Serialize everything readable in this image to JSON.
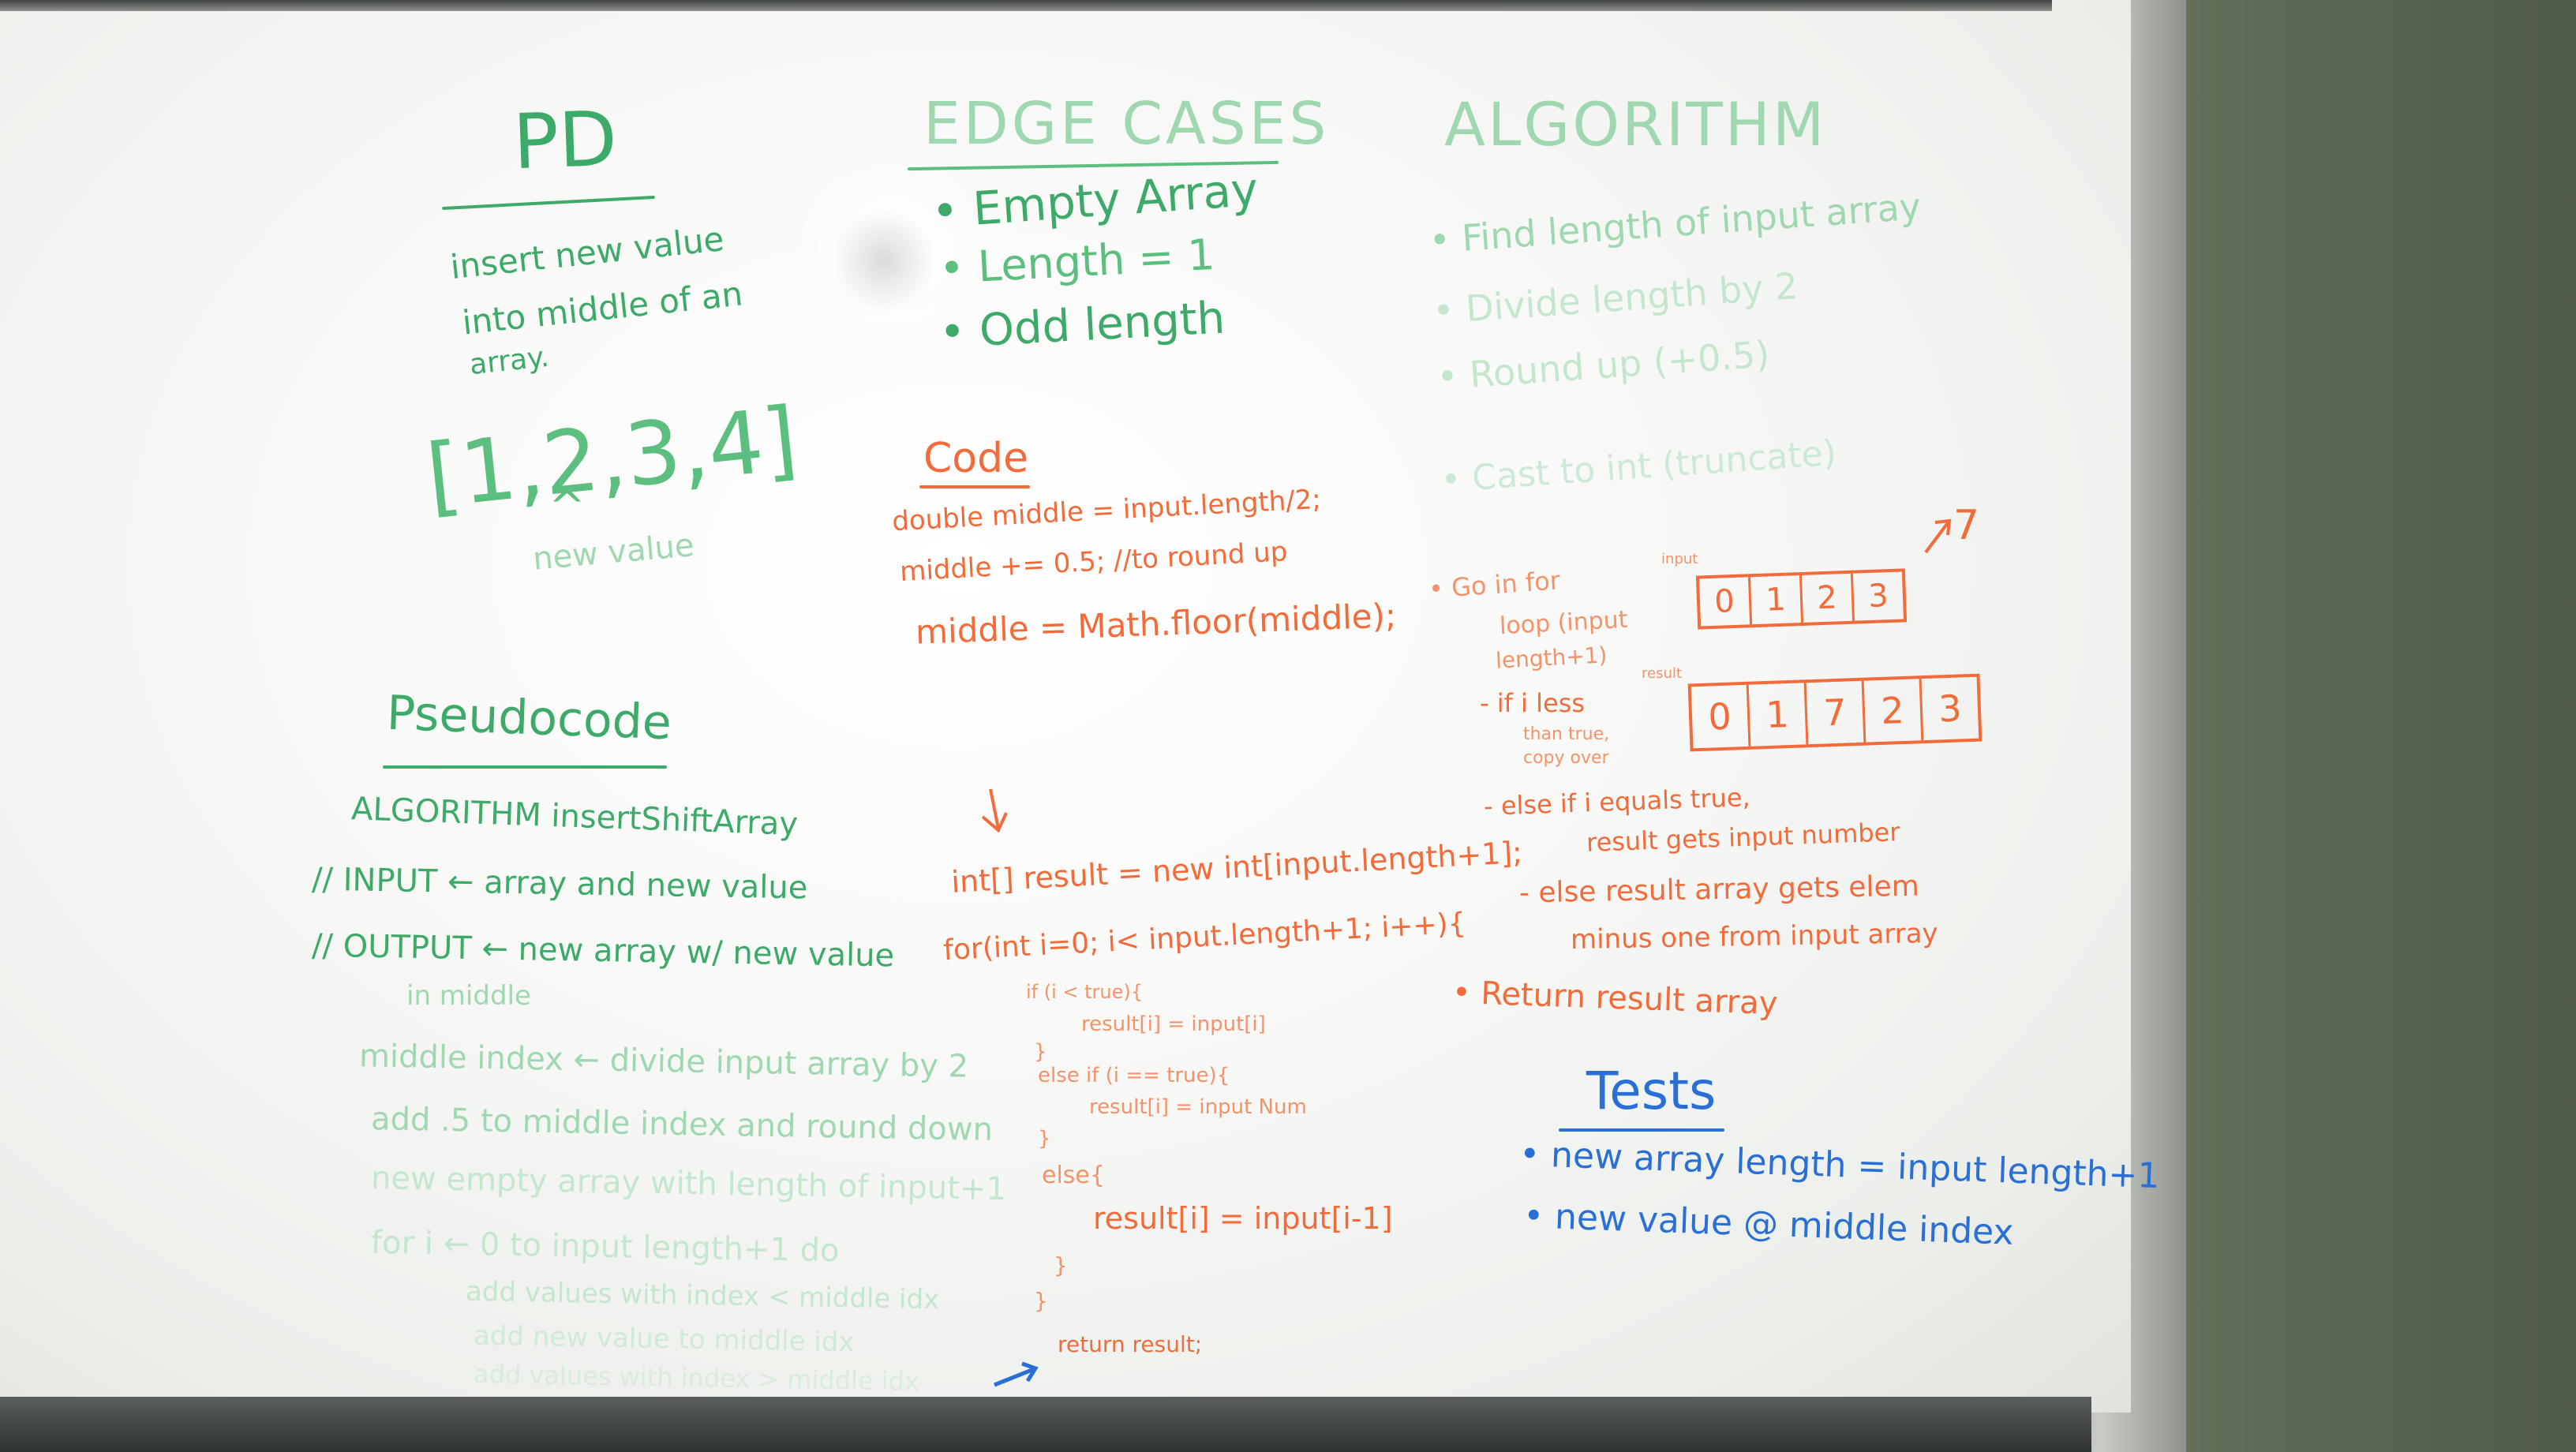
{
  "pd": {
    "title": "PD",
    "desc_lines": [
      "insert new value",
      "into middle of an",
      "array."
    ],
    "example": "[1,2,3,4]",
    "caret": "^",
    "caret_label": "new value"
  },
  "edge_cases": {
    "title": "EDGE CASES",
    "items": [
      "• Empty Array",
      "• Length = 1",
      "• Odd length"
    ]
  },
  "algorithm": {
    "title": "ALGORITHM",
    "steps": [
      "• Find length of input array",
      "• Divide length by 2",
      "• Round up (+0.5)",
      "• Cast to int (truncate)"
    ],
    "loop_lines": [
      "• Go in for",
      "loop (input",
      "length+1)"
    ],
    "if_lines": [
      "- if i less",
      "than true,",
      "copy over"
    ],
    "elseif_lines": [
      "- else if i equals true,",
      "result gets input number"
    ],
    "else_lines": [
      "- else result array gets elem",
      "minus one from input array"
    ],
    "return_line": "• Return result array",
    "array_before": [
      "0",
      "1",
      "2",
      "3"
    ],
    "array_after": [
      "0",
      "1",
      "7",
      "2",
      "3"
    ],
    "insert_value": "7",
    "before_label": "input",
    "after_label": "result"
  },
  "code": {
    "title": "Code",
    "lines": [
      "double middle = input.length/2;",
      "middle += 0.5; //to round up",
      "middle = Math.floor(middle);",
      "int[] result = new int[input.length+1];",
      "for(int i=0; i< input.length+1; i++){",
      "if (i < true){",
      "result[i] = input[i]",
      "}",
      "else if (i == true){",
      "result[i] = input Num",
      "}",
      "else{",
      "result[i] = input[i-1]",
      "}",
      "}",
      "return result;"
    ]
  },
  "pseudocode": {
    "title": "Pseudocode",
    "lines": [
      "ALGORITHM insertShiftArray",
      "// INPUT ← array and new value",
      "// OUTPUT ← new array w/ new value",
      "in middle",
      "middle index ← divide input array by 2",
      "add .5 to middle index and round down",
      "new empty array with length of input+1",
      "for i ← 0 to input length+1 do",
      "add values with index < middle idx",
      "add new value to middle idx",
      "add values with index > middle idx"
    ]
  },
  "tests": {
    "title": "Tests",
    "items": [
      "• new array length = input length+1",
      "• new value @ middle index"
    ]
  },
  "colors": {
    "green_marker": "#3daa6a",
    "orange_marker": "#f26b3a",
    "blue_marker": "#2a6fd6"
  }
}
